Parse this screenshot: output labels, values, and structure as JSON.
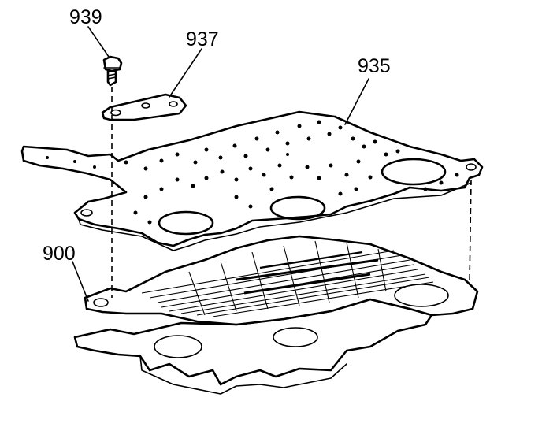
{
  "callouts": {
    "bolt": "939",
    "retainer": "937",
    "spacer_plate": "935",
    "valve_body": "900"
  },
  "colors": {
    "ink": "#000000",
    "background": "#ffffff"
  }
}
